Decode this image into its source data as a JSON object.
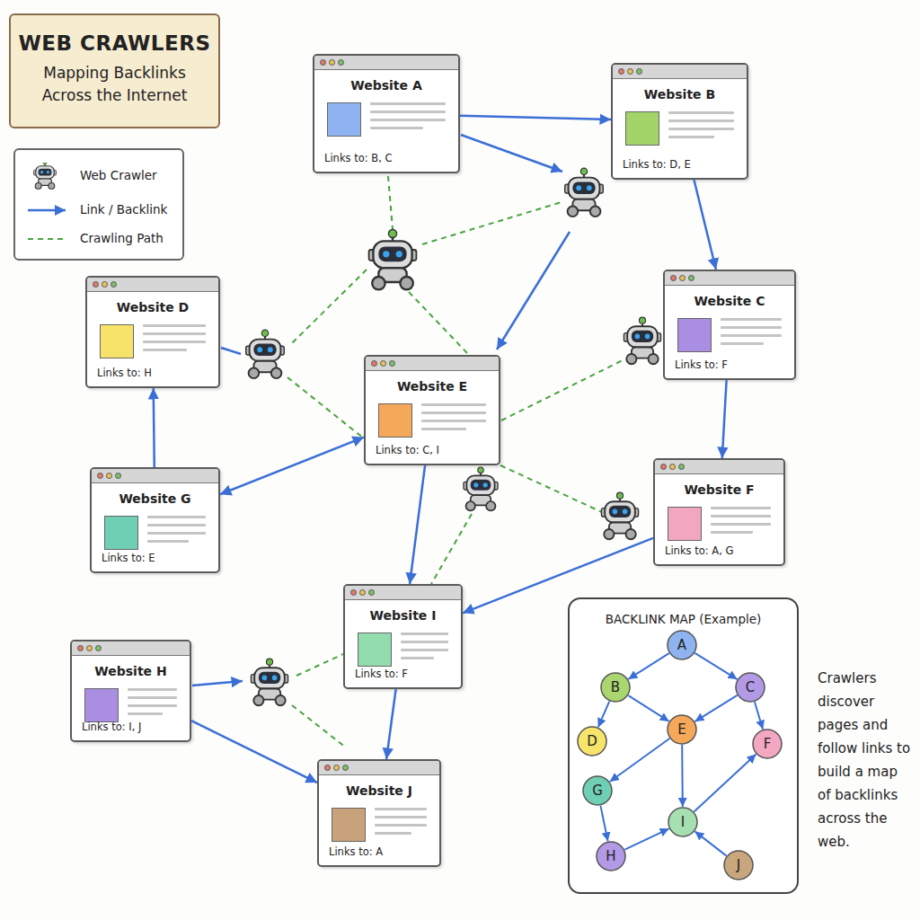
{
  "diagram": {
    "title": "WEB CRAWLERS",
    "caption": "Crawlers discover pages and follow links to build a map of backlinks across the web.",
    "nodes": [
      {
        "text": [
          "Website A",
          "Links to: B, C"
        ]
      },
      {
        "text": [
          "Website B",
          "Links to: D, E"
        ]
      },
      {
        "text": [
          "Website C",
          "Links to: F"
        ]
      },
      {
        "text": [
          "Website D",
          "Links to: H"
        ]
      },
      {
        "text": [
          "Website E",
          "Links to: C, I"
        ]
      },
      {
        "text": [
          "Website F",
          "Links to: A, G"
        ]
      },
      {
        "text": [
          "Website G",
          "Links to: E"
        ]
      },
      {
        "text": [
          "Website H",
          "Links to: I, J"
        ]
      },
      {
        "text": [
          "Website I",
          "Links to: F"
        ]
      },
      {
        "text": [
          "Website J",
          "Links to: A"
        ]
      },
      {
        "text": [
          "BACKLINK MAP (Example)"
        ]
      },
      {
        "text": [
          "A"
        ],
        "in": 10
      },
      {
        "text": [
          "B"
        ],
        "in": 10
      },
      {
        "text": [
          "C"
        ],
        "in": 10
      },
      {
        "text": [
          "D"
        ],
        "in": 10
      },
      {
        "text": [
          "E"
        ],
        "in": 10
      },
      {
        "text": [
          "F"
        ],
        "in": 10
      },
      {
        "text": [
          "G"
        ],
        "in": 10
      },
      {
        "text": [
          "H"
        ],
        "in": 10
      },
      {
        "text": [
          "I"
        ],
        "in": 10
      },
      {
        "text": [
          "J"
        ],
        "in": 10
      }
    ],
    "edges": [
      {
        "from": 0,
        "to": 1,
        "arrow": "to"
      },
      {
        "from": 1,
        "to": 2,
        "arrow": "to"
      },
      {
        "from": 2,
        "to": 5,
        "arrow": "to"
      },
      {
        "from": 5,
        "to": 8,
        "arrow": "to"
      },
      {
        "from": 4,
        "to": 6,
        "arrow": "both"
      },
      {
        "from": 6,
        "to": 3,
        "arrow": "to"
      },
      {
        "from": 4,
        "to": 8,
        "arrow": "to"
      },
      {
        "from": 8,
        "to": 9,
        "arrow": "to"
      },
      {
        "from": 7,
        "to": 9,
        "arrow": "to"
      },
      {
        "from": 11,
        "to": 12,
        "arrow": "to"
      },
      {
        "from": 11,
        "to": 13,
        "arrow": "to"
      },
      {
        "from": 12,
        "to": 14,
        "arrow": "to"
      },
      {
        "from": 12,
        "to": 15,
        "arrow": "to"
      },
      {
        "from": 13,
        "to": 15,
        "arrow": "to"
      },
      {
        "from": 13,
        "to": 16,
        "arrow": "to"
      },
      {
        "from": 15,
        "to": 17,
        "arrow": "to"
      },
      {
        "from": 17,
        "to": 18,
        "arrow": "to"
      },
      {
        "from": 18,
        "to": 19,
        "arrow": "to"
      },
      {
        "from": 15,
        "to": 19,
        "arrow": "to"
      },
      {
        "from": 19,
        "to": 16,
        "arrow": "to"
      },
      {
        "from": 20,
        "to": 19,
        "arrow": "to"
      }
    ],
    "labels": [
      "Mapping Backlinks Across the Internet"
    ],
    "legend": [
      {
        "text": "Web Crawler"
      },
      {
        "text": "Link / Backlink"
      },
      {
        "text": "Crawling Path"
      }
    ]
  }
}
